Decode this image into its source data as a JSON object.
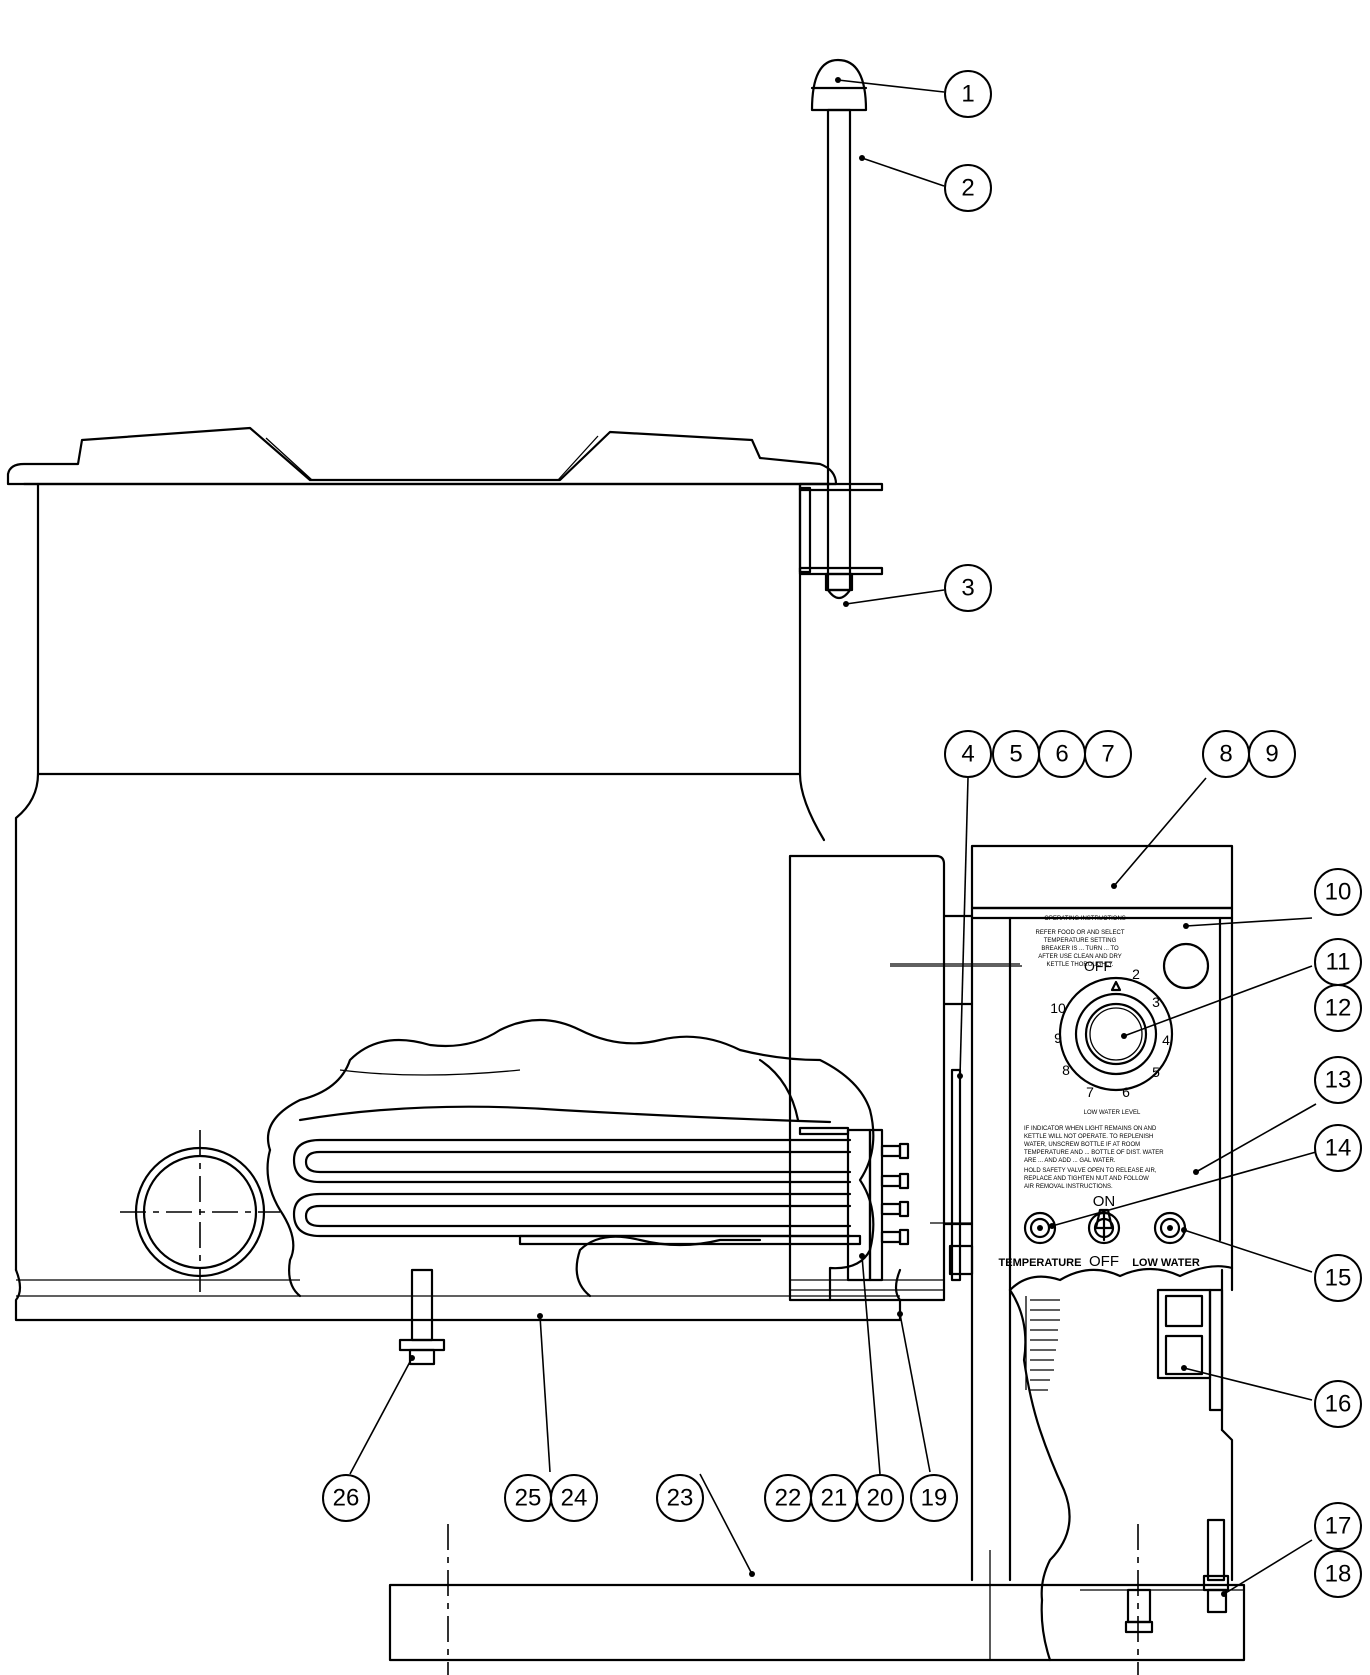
{
  "panel": {
    "title": "OPERATING INSTRUCTIONS",
    "instructions": [
      "REFER FOOD OR AND SELECT",
      "TEMPERATURE SETTING",
      "BREAKER IS ... TURN ... TO",
      "AFTER USE CLEAN AND DRY",
      "KETTLE THOROUGHLY."
    ],
    "dial_off": "OFF",
    "dial_numbers": [
      "2",
      "3",
      "4",
      "5",
      "6",
      "7",
      "8",
      "9",
      "10"
    ],
    "low_water_level": "LOW WATER LEVEL",
    "notice": [
      "IF INDICATOR WHEN LIGHT REMAINS ON AND",
      "KETTLE WILL NOT OPERATE. TO REPLENISH",
      "WATER, UNSCREW BOTTLE IF AT ROOM",
      "TEMPERATURE AND ... BOTTLE OF DIST. WATER",
      "ARE ... AND ADD ... GAL WATER.",
      "HOLD SAFETY VALVE OPEN TO RELEASE AIR,",
      "REPLACE AND TIGHTEN NUT AND FOLLOW",
      "AIR REMOVAL INSTRUCTIONS."
    ],
    "switch_on": "ON",
    "switch_off": "OFF",
    "temperature_label": "TEMPERATURE",
    "low_water_label": "LOW WATER"
  },
  "callouts": [
    {
      "n": "1"
    },
    {
      "n": "2"
    },
    {
      "n": "3"
    },
    {
      "n": "4"
    },
    {
      "n": "5"
    },
    {
      "n": "6"
    },
    {
      "n": "7"
    },
    {
      "n": "8"
    },
    {
      "n": "9"
    },
    {
      "n": "10"
    },
    {
      "n": "11"
    },
    {
      "n": "12"
    },
    {
      "n": "13"
    },
    {
      "n": "14"
    },
    {
      "n": "15"
    },
    {
      "n": "16"
    },
    {
      "n": "17"
    },
    {
      "n": "18"
    },
    {
      "n": "19"
    },
    {
      "n": "20"
    },
    {
      "n": "21"
    },
    {
      "n": "22"
    },
    {
      "n": "23"
    },
    {
      "n": "24"
    },
    {
      "n": "25"
    },
    {
      "n": "26"
    }
  ]
}
